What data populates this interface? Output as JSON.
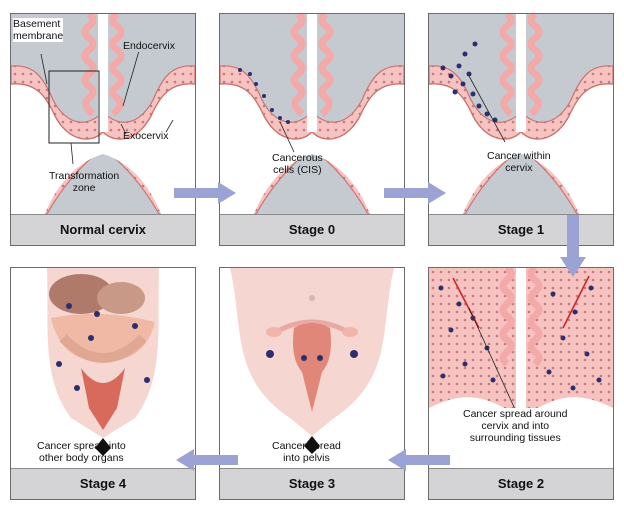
{
  "panels": {
    "normal": {
      "caption": "Normal cervix",
      "labels": {
        "basement": "Basement\nmembrane",
        "endo": "Endocervix",
        "exo": "Exocervix",
        "tz": "Transformation\nzone"
      }
    },
    "stage0": {
      "caption": "Stage 0",
      "labels": {
        "cis": "Cancerous\ncells (CIS)"
      }
    },
    "stage1": {
      "caption": "Stage 1",
      "labels": {
        "within": "Cancer within\ncervix"
      }
    },
    "stage2": {
      "caption": "Stage 2",
      "labels": {
        "around": "Cancer spread around\ncervix and into\nsurrounding tissues"
      }
    },
    "stage3": {
      "caption": "Stage 3",
      "labels": {
        "pelvis": "Cancer spread\ninto pelvis"
      }
    },
    "stage4": {
      "caption": "Stage 4",
      "labels": {
        "organs": "Cancer spread into\nother body organs"
      }
    }
  },
  "colors": {
    "tissue": "#f4b5b5",
    "cell": "#c87a86",
    "lumen": "#c4cad0",
    "cancer": "#2b2f6e",
    "arrow": "#9aa3d4",
    "caption_bg": "#d4d4d6"
  }
}
